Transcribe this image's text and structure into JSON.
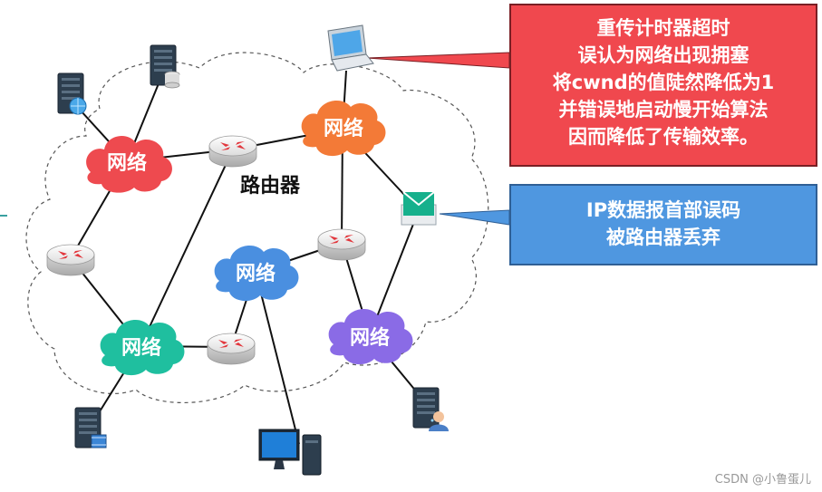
{
  "callouts": {
    "timeout": {
      "lines": [
        "重传计时器超时",
        "误认为网络出现拥塞",
        "将cwnd的值陡然降低为1",
        "并错误地启动慢开始算法",
        "因而降低了传输效率。"
      ],
      "color": "#f0484e"
    },
    "error": {
      "lines": [
        "IP数据报首部误码",
        "被路由器丢弃"
      ],
      "color": "#4f97e0"
    }
  },
  "diagram": {
    "router_label": "路由器",
    "network_label": "网络",
    "networks": [
      {
        "id": "net-red",
        "label": "网络",
        "color": "#ee4a4f"
      },
      {
        "id": "net-orange",
        "label": "网络",
        "color": "#f37a37"
      },
      {
        "id": "net-blue",
        "label": "网络",
        "color": "#4a8fe0"
      },
      {
        "id": "net-green",
        "label": "网络",
        "color": "#1fbf9f"
      },
      {
        "id": "net-purple",
        "label": "网络",
        "color": "#8a6be6"
      }
    ],
    "icons": [
      "laptop-icon",
      "mail-icon",
      "web-server-icon",
      "database-server-icon",
      "desktop-computer-icon",
      "user-server-icon",
      "video-server-icon",
      "router-icon"
    ]
  },
  "watermark": "CSDN @小鲁蛋儿"
}
